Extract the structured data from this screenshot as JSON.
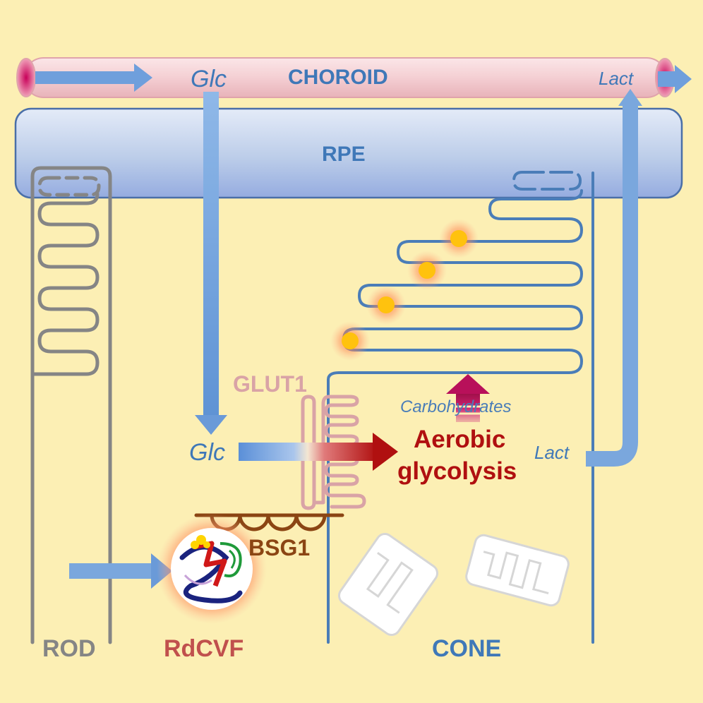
{
  "labels": {
    "choroid": "CHOROID",
    "rpe": "RPE",
    "glc_top": "Glc",
    "lact_top": "Lact",
    "glut1": "GLUT1",
    "carbohydrates": "Carbohydrates",
    "aerobic_line1": "Aerobic",
    "aerobic_line2": "glycolysis",
    "glc_mid": "Glc",
    "lact_mid": "Lact",
    "bsg1": "BSG1",
    "rod": "ROD",
    "rdcvf": "RdCVF",
    "cone": "CONE"
  },
  "colors": {
    "background": "#fcefb4",
    "vessel": "#f6d2d4",
    "rpe": "#b9c9eb",
    "arrow_blue": "#7aa7dd",
    "text_blue": "#3f78b8",
    "cone_outline": "#4a7db8",
    "rod_outline": "#858585",
    "glut1": "#d9a3a6",
    "bsg1": "#8b4513",
    "glycolysis_red": "#b01010",
    "rdcvf_red": "#c0504d",
    "disc_dot": "#ffc20e"
  }
}
